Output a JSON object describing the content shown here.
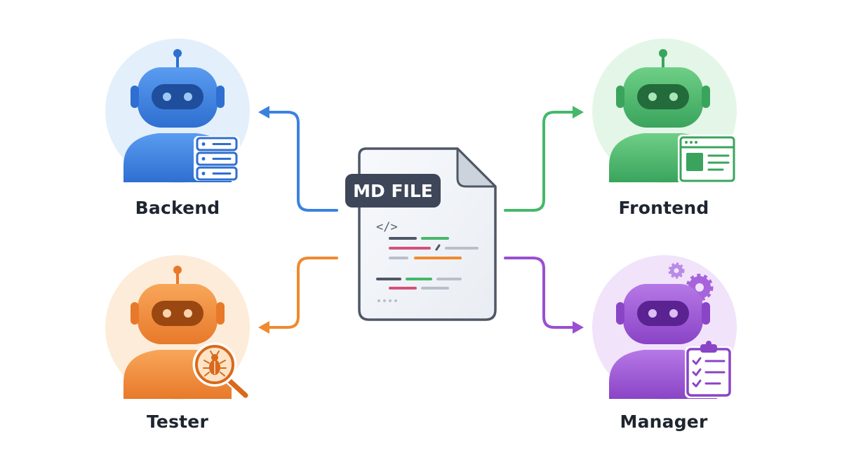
{
  "file": {
    "badge_label": "MD FILE",
    "code_glyph": "</>"
  },
  "agents": [
    {
      "id": "backend",
      "label": "Backend",
      "accent": "#3b82e0",
      "icon": "server-stack-icon"
    },
    {
      "id": "frontend",
      "label": "Frontend",
      "accent": "#45b86a",
      "icon": "browser-window-icon"
    },
    {
      "id": "tester",
      "label": "Tester",
      "accent": "#ef8a2e",
      "icon": "bug-magnifier-icon"
    },
    {
      "id": "manager",
      "label": "Manager",
      "accent": "#9a4fd0",
      "icon": "clipboard-checklist-icon"
    }
  ],
  "colors": {
    "backend_bg": "#e3effb",
    "frontend_bg": "#e4f6e8",
    "tester_bg": "#fdecd9",
    "manager_bg": "#f1e3fa",
    "file_outline": "#4f5766",
    "badge_fill": "#3e4759"
  }
}
